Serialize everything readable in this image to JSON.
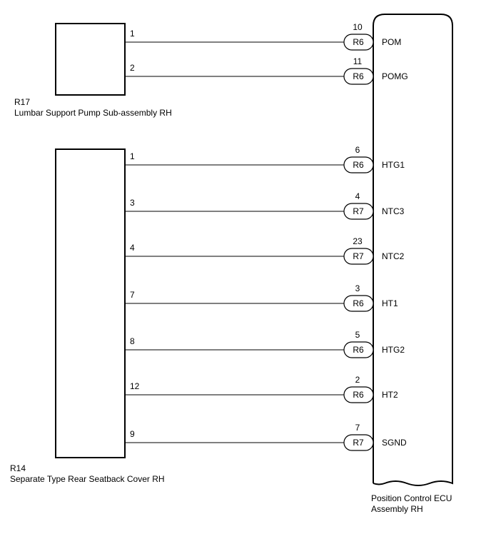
{
  "components": {
    "pump": {
      "id": "R17",
      "name": "Lumbar Support Pump Sub-assembly RH"
    },
    "cover": {
      "id": "R14",
      "name": "Separate Type Rear Seatback Cover RH"
    },
    "ecu": {
      "name_line1": "Position Control ECU",
      "name_line2": "Assembly RH"
    }
  },
  "wires": [
    {
      "side_pin": "1",
      "ecu_pin": "10",
      "connector": "R6",
      "signal": "POM"
    },
    {
      "side_pin": "2",
      "ecu_pin": "11",
      "connector": "R6",
      "signal": "POMG"
    },
    {
      "side_pin": "1",
      "ecu_pin": "6",
      "connector": "R6",
      "signal": "HTG1"
    },
    {
      "side_pin": "3",
      "ecu_pin": "4",
      "connector": "R7",
      "signal": "NTC3"
    },
    {
      "side_pin": "4",
      "ecu_pin": "23",
      "connector": "R7",
      "signal": "NTC2"
    },
    {
      "side_pin": "7",
      "ecu_pin": "3",
      "connector": "R6",
      "signal": "HT1"
    },
    {
      "side_pin": "8",
      "ecu_pin": "5",
      "connector": "R6",
      "signal": "HTG2"
    },
    {
      "side_pin": "12",
      "ecu_pin": "2",
      "connector": "R6",
      "signal": "HT2"
    },
    {
      "side_pin": "9",
      "ecu_pin": "7",
      "connector": "R7",
      "signal": "SGND"
    }
  ]
}
